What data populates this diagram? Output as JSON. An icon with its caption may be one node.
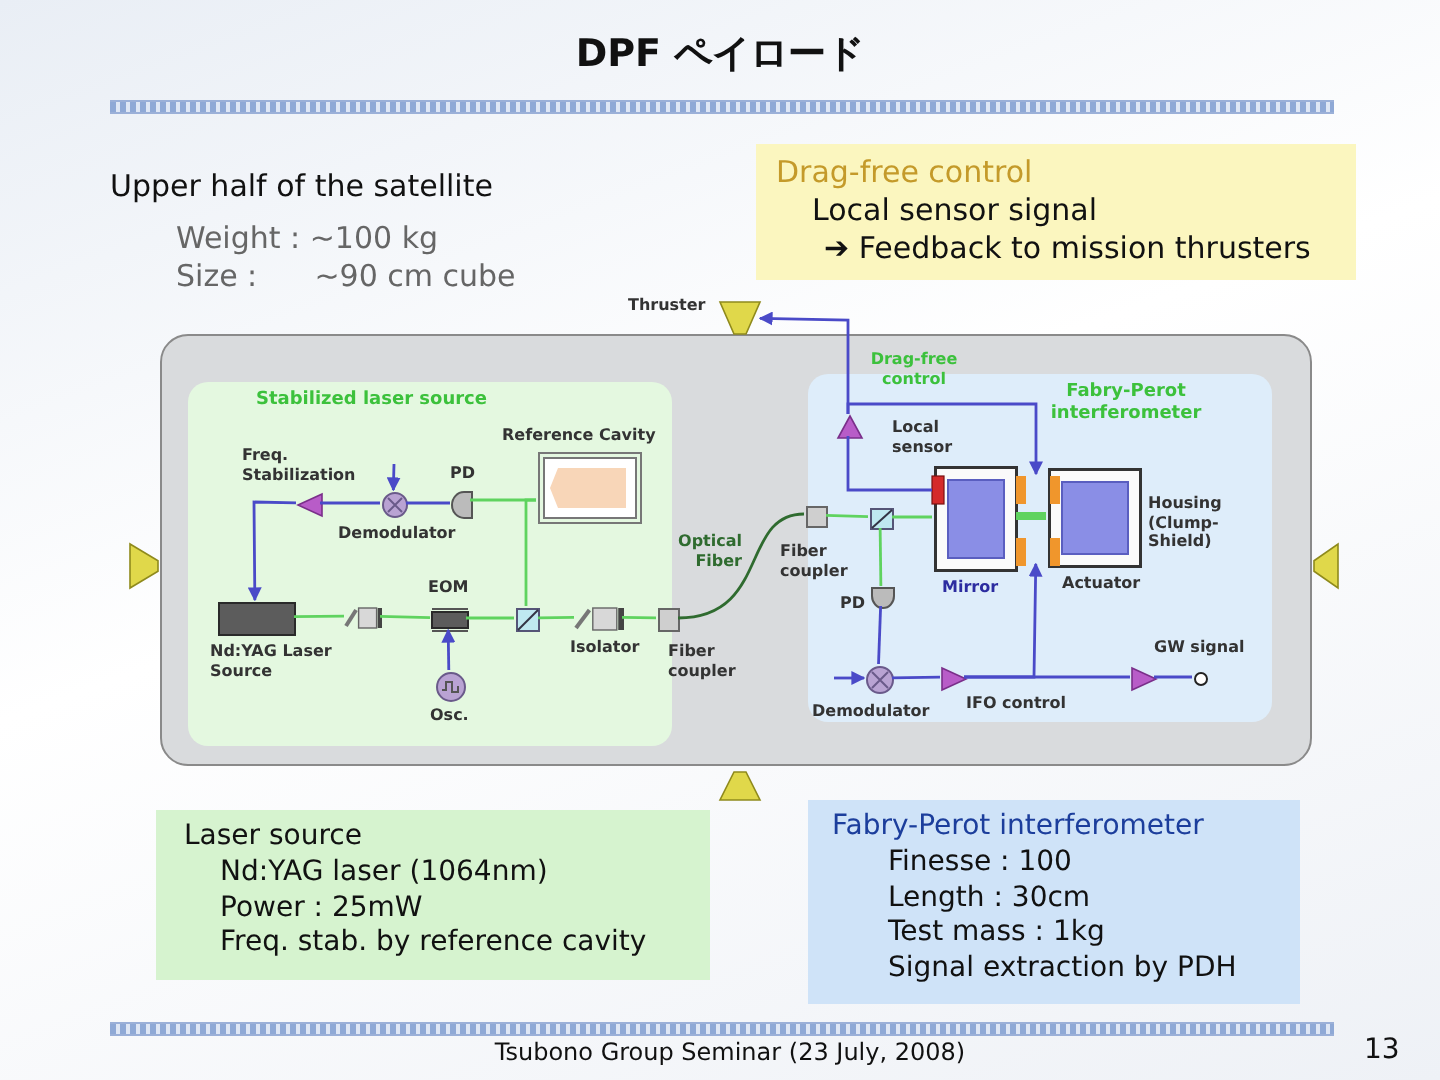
{
  "diagram": {
    "title": "DPF ペイロード",
    "nodes": [
      {
        "text": [],
        "shape": "box"
      },
      {
        "text": [
          "Stabilized laser source"
        ],
        "in": 0
      },
      {
        "text": [],
        "shape": "triangle",
        "beside": [
          "Freq. Stabilization"
        ],
        "in": 1
      },
      {
        "text": [],
        "shape": "circle",
        "beside": [
          "Demodulator"
        ],
        "in": 1
      },
      {
        "text": [],
        "shape": "semicircle",
        "beside": [
          "PD"
        ],
        "in": 1
      },
      {
        "text": [],
        "shape": "box",
        "beside": [
          "Reference Cavity"
        ],
        "in": 1
      },
      {
        "text": [],
        "shape": "box",
        "beside": [
          "Nd:YAG Laser Source"
        ],
        "in": 1
      },
      {
        "text": [],
        "shape": "box",
        "in": 1
      },
      {
        "text": [],
        "shape": "box",
        "beside": [
          "EOM"
        ],
        "in": 1
      },
      {
        "text": [],
        "shape": "box",
        "in": 1
      },
      {
        "text": [],
        "shape": "box",
        "beside": [
          "Isolator"
        ],
        "in": 1
      },
      {
        "text": [],
        "shape": "box",
        "beside": [
          "Fiber coupler"
        ],
        "in": 1
      },
      {
        "text": [],
        "shape": "circle",
        "beside": [
          "Osc."
        ],
        "in": 1
      },
      {
        "text": [
          "Fabry-Perot interferometer"
        ],
        "in": 0
      },
      {
        "text": [],
        "shape": "triangle",
        "beside": [
          "Drag-free control"
        ],
        "in": 13
      },
      {
        "text": [],
        "shape": "box",
        "in": 16
      },
      {
        "text": [],
        "shape": "box",
        "beside": [
          "Mirror"
        ],
        "in": 13
      },
      {
        "text": [],
        "shape": "box",
        "in": 13
      },
      {
        "text": [],
        "shape": "box",
        "beside": [
          "Housing (Clump-Shield)"
        ],
        "in": 13
      },
      {
        "text": [],
        "shape": "box",
        "beside": [
          "Fiber coupler"
        ],
        "in": 13
      },
      {
        "text": [],
        "shape": "box",
        "in": 13
      },
      {
        "text": [],
        "shape": "semicircle",
        "beside": [
          "PD"
        ],
        "in": 13
      },
      {
        "text": [],
        "shape": "circle",
        "beside": [
          "Demodulator"
        ],
        "in": 13
      },
      {
        "text": [],
        "shape": "triangle",
        "beside": [
          "IFO control"
        ],
        "in": 13
      },
      {
        "text": [],
        "shape": "triangle",
        "in": 13
      },
      {
        "text": [],
        "shape": "circle",
        "beside": [
          "GW signal"
        ],
        "in": 13
      },
      {
        "text": [],
        "shape": "trapezoid",
        "beside": [
          "Thruster"
        ]
      },
      {
        "text": [],
        "shape": "trapezoid"
      },
      {
        "text": [],
        "shape": "trapezoid"
      },
      {
        "text": [],
        "shape": "trapezoid"
      },
      {
        "text": [
          "Drag-free control",
          "Local sensor signal",
          "➔ Feedback to mission thrusters"
        ]
      },
      {
        "text": [
          "Laser source",
          "Nd:YAG laser (1064nm)",
          "Power : 25mW",
          "Freq. stab. by reference cavity"
        ]
      },
      {
        "text": [
          "Fabry-Perot interferometer",
          "Finesse : 100",
          "Length  : 30cm",
          "Test mass : 1kg",
          "Signal extraction by PDH"
        ]
      },
      {
        "text": [],
        "shape": "box",
        "in": 13
      }
    ],
    "edges": [
      {
        "from": 6,
        "to": 7,
        "arrow": "none",
        "color": "#5fd35f"
      },
      {
        "from": 7,
        "to": 8,
        "arrow": "none",
        "color": "#5fd35f"
      },
      {
        "from": 8,
        "to": 9,
        "arrow": "none",
        "color": "#5fd35f"
      },
      {
        "from": 9,
        "to": 10,
        "arrow": "none",
        "color": "#5fd35f"
      },
      {
        "from": 10,
        "to": 11,
        "arrow": "none",
        "color": "#5fd35f"
      },
      {
        "from": 9,
        "to": 5,
        "arrow": "none",
        "color": "#5fd35f"
      },
      {
        "from": 5,
        "to": 4,
        "arrow": "none",
        "color": "#5fd35f"
      },
      {
        "from": 12,
        "to": 8,
        "arrow": "to"
      },
      {
        "from": 4,
        "to": 3,
        "arrow": "none"
      },
      {
        "from": null,
        "to": 3,
        "arrow": "to"
      },
      {
        "from": 3,
        "to": 2,
        "arrow": "none"
      },
      {
        "from": 2,
        "to": 6,
        "arrow": "to"
      },
      {
        "from": 11,
        "to": 19,
        "arrow": "none",
        "label": "Optical Fiber",
        "color": "#2f6b2f"
      },
      {
        "from": 19,
        "to": 20,
        "arrow": "none",
        "color": "#5fd35f"
      },
      {
        "from": 20,
        "to": 16,
        "arrow": "none",
        "color": "#5fd35f"
      },
      {
        "from": 16,
        "to": 18,
        "arrow": "none",
        "style": "thick",
        "color": "#5fd35f"
      },
      {
        "from": 20,
        "to": 21,
        "arrow": "none",
        "color": "#5fd35f"
      },
      {
        "from": 21,
        "to": 22,
        "arrow": "none"
      },
      {
        "from": null,
        "to": 22,
        "arrow": "to"
      },
      {
        "from": 22,
        "to": 23,
        "arrow": "none"
      },
      {
        "from": 23,
        "to": 33,
        "arrow": "to"
      },
      {
        "from": 23,
        "to": 24,
        "arrow": "none"
      },
      {
        "from": 24,
        "to": 25,
        "arrow": "none"
      },
      {
        "from": 15,
        "to": 14,
        "arrow": "none"
      },
      {
        "from": 14,
        "to": 26,
        "arrow": "to"
      },
      {
        "from": 14,
        "to": 17,
        "arrow": "to"
      }
    ],
    "labels": [
      "Upper half of the satellite",
      "Weight : ~100 kg",
      "Size :      ~90 cm cube",
      "Local sensor",
      "Actuator",
      "Tsubono Group Seminar (23 July, 2008)",
      "13"
    ]
  }
}
